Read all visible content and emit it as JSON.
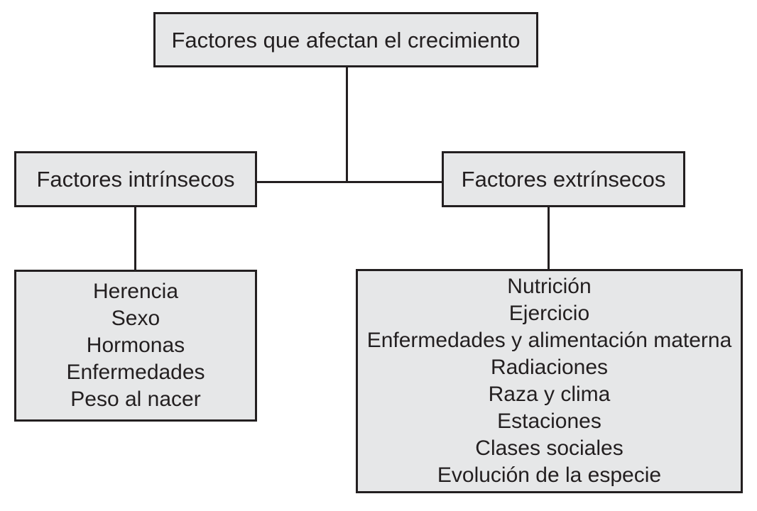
{
  "diagram": {
    "type": "hierarchy-tree",
    "language": "es",
    "colors": {
      "box_fill": "#e6e7e8",
      "box_border": "#231f20",
      "line": "#231f20",
      "background": "#ffffff",
      "text": "#231f20"
    },
    "root": {
      "title": "Factores que afectan el crecimiento"
    },
    "branches": [
      {
        "title": "Factores intrínsecos",
        "items": [
          "Herencia",
          "Sexo",
          "Hormonas",
          "Enfermedades",
          "Peso al nacer"
        ]
      },
      {
        "title": "Factores extrínsecos",
        "items": [
          "Nutrición",
          "Ejercicio",
          "Enfermedades y alimentación materna",
          "Radiaciones",
          "Raza y clima",
          "Estaciones",
          "Clases sociales",
          "Evolución de la especie"
        ]
      }
    ]
  }
}
